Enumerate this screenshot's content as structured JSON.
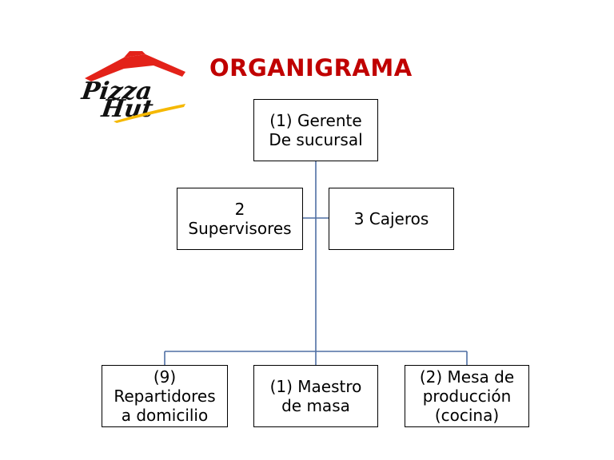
{
  "title": "ORGANIGRAMA",
  "logo": {
    "line1": "Pizza",
    "line2": "Hut"
  },
  "colors": {
    "title": "#c00000",
    "connector": "#4f6fa3",
    "roof": "#e32219",
    "swoosh": "#f5b800"
  },
  "nodes": {
    "gerente": "(1) Gerente\nDe sucursal",
    "supervisores": "2\nSupervisores",
    "cajeros": "3 Cajeros",
    "repartidores": "(9)\nRepartidores\na domicilio",
    "maestro": "(1) Maestro\nde masa",
    "mesa": "(2) Mesa de\nproducción\n(cocina)"
  }
}
